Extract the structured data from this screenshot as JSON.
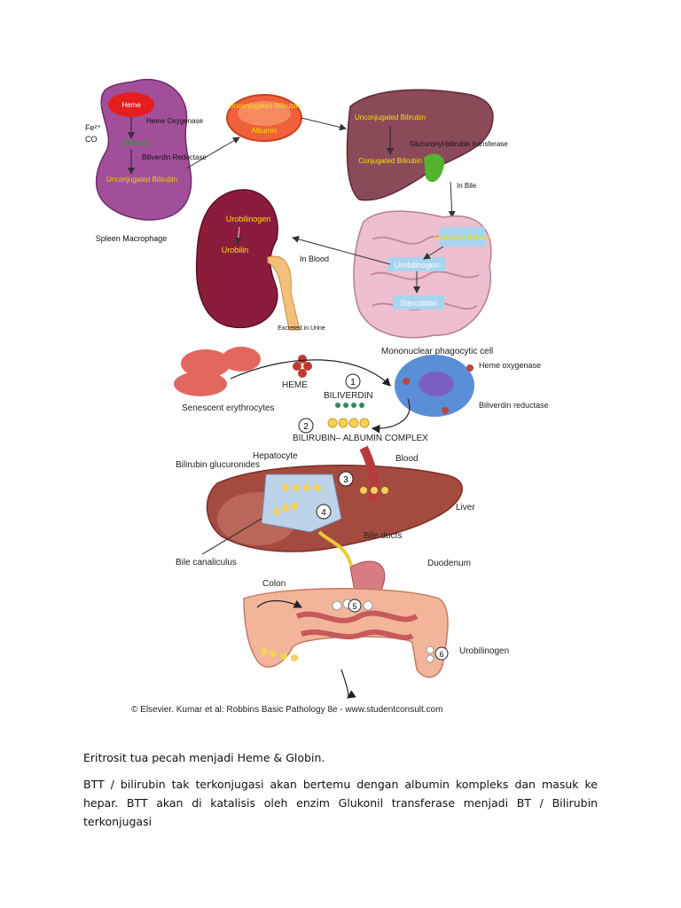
{
  "top_figure": {
    "spleen": {
      "heme": "Heme",
      "heme_oxygenase": "Heme Oxygenase",
      "fe": "Fe²⁺",
      "co": "CO",
      "biliverdin": "Biliverdin",
      "biliverdin_reductase": "Biliverdin Reductase",
      "unconjugated": "Unconjugated Bilirubin",
      "caption": "Spleen Macrophage"
    },
    "blood_cell": {
      "unconjugated": "Unconjugated Bilirubin",
      "albumin": "Albumin"
    },
    "liver": {
      "unconjugated": "Unconjugated Bilirubin",
      "enzyme": "Glucuronyl-bilirubin transferase",
      "conjugated": "Conjugated Bilirubin",
      "in_bile": "In Bile"
    },
    "intestine": {
      "conjugated": "Conjugated Bilirubin",
      "urobilinogen": "Urobilinogen",
      "stercobilin": "Stercobilin"
    },
    "kidney": {
      "urobilinogen": "Urobilinogen",
      "urobilin": "Urobilin",
      "in_blood": "In Blood",
      "excreted": "Excreted in Urine"
    }
  },
  "bottom_figure": {
    "senescent": "Senescent erythrocytes",
    "heme": "HEME",
    "phagocyte": "Mononuclear phagocytic cell",
    "heme_oxygenase": "Heme oxygenase",
    "biliverdin_reductase": "Biliverdin reductase",
    "biliverdin": "BILIVERDIN",
    "complex": "BILIRUBIN– ALBUMIN COMPLEX",
    "hepatocyte": "Hepatocyte",
    "blood": "Blood",
    "glucuronides": "Bilirubin glucuronides",
    "liver": "Liver",
    "bile_ducts": "Bile ducts",
    "canaliculus": "Bile canaliculus",
    "duodenum": "Duodenum",
    "colon": "Colon",
    "urobilinogen": "Urobilinogen",
    "steps": [
      "1",
      "2",
      "3",
      "4",
      "5",
      "6"
    ],
    "credit": "© Elsevier. Kumar et al: Robbins Basic Pathology 8e - www.studentconsult.com"
  },
  "text": {
    "p1": "Eritrosit tua pecah menjadi Heme & Globin.",
    "p2": "BTT / bilirubin tak terkonjugasi akan bertemu dengan albumin kompleks dan masuk ke hepar. BTT akan di katalisis oleh enzim Glukonil transferase menjadi BT / Bilirubin terkonjugasi"
  }
}
